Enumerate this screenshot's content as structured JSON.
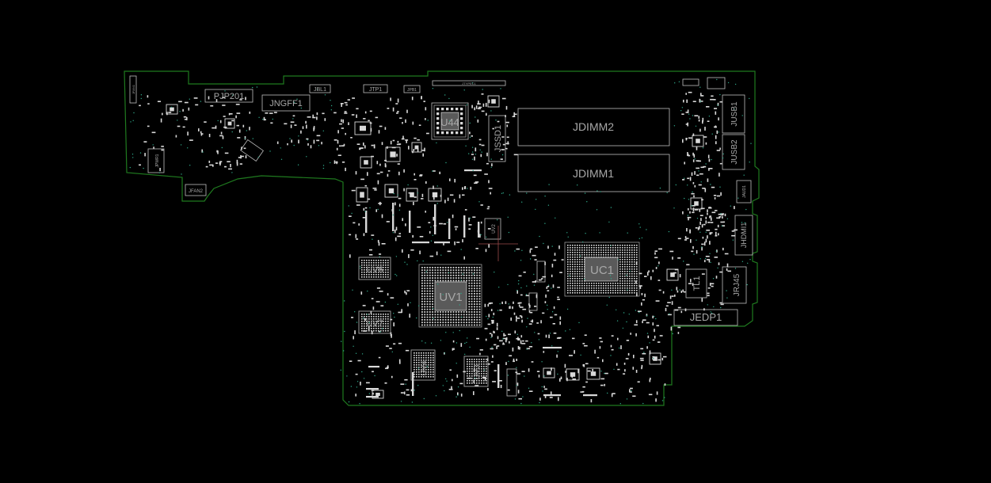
{
  "colors": {
    "background": "#000000",
    "outline": "#1f7a1f",
    "silk": "#bdbdbd",
    "pad": "#d9d9d9",
    "via": "#2fa88a",
    "crosshair": "#9a4a4a"
  },
  "labels": {
    "pjp201": "PJP201",
    "jngff1": "JNGFF1",
    "jbl1": "JBL1",
    "jtp1": "JTP1",
    "jpb1": "JPB1",
    "u44": "U44",
    "jssd1": "JSSD1",
    "jdimm2": "JDIMM2",
    "jdimm1": "JDIMM1",
    "jusb1": "JUSB1",
    "jusb2": "JUSB2",
    "jhdmi1": "JHDMI1",
    "jrj45": "JRJ45",
    "tl1": "TL1",
    "jedp1": "JEDP1",
    "uc1": "UC1",
    "uv1": "UV1",
    "uv6": "UV6",
    "uv7": "UV7",
    "uv4": "UV4",
    "uv3": "UV3",
    "jfan2": "JFAN2",
    "jpwr1": "JPWR1",
    "jfan1": "JFAN1",
    "jaud": "JAUD1",
    "uv2": "UV2",
    "jtypec": "JTYPEC1"
  }
}
